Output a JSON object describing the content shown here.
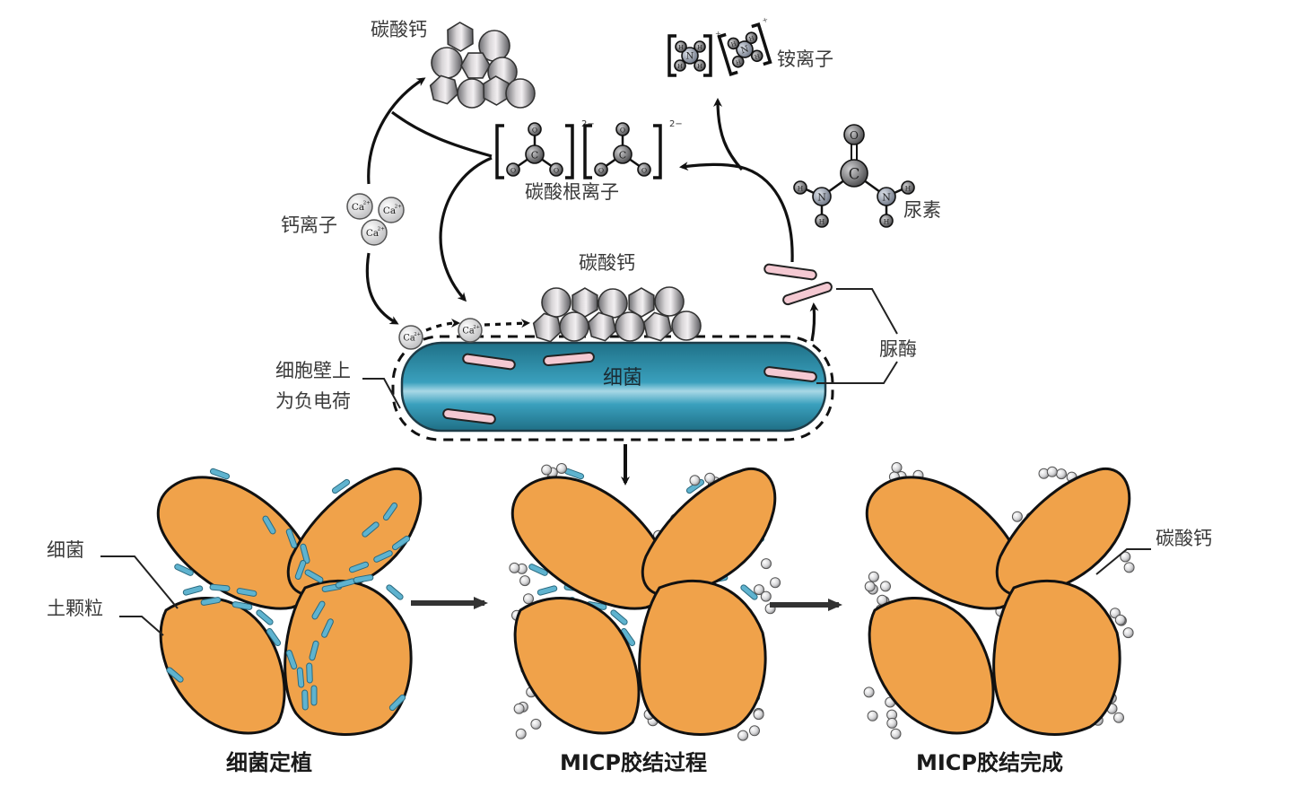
{
  "labels": {
    "caco3_top": "碳酸钙",
    "ammonium": "铵离子",
    "carbonate_ion": "碳酸根离子",
    "urea": "尿素",
    "calcium_ion": "钙离子",
    "caco3_mid": "碳酸钙",
    "urease": "脲酶",
    "cell_wall_line1": "细胞壁上",
    "cell_wall_line2": "为负电荷",
    "bacterium": "细菌",
    "bacteria_label": "细菌",
    "soil_label": "土颗粒",
    "caco3_right": "碳酸钙"
  },
  "stages": [
    {
      "title": "细菌定植"
    },
    {
      "title": "MICP胶结过程"
    },
    {
      "title": "MICP胶结完成"
    }
  ],
  "atoms": {
    "calcium": "Ca",
    "calcium_charge": "2+",
    "carbon": "C",
    "oxygen": "O",
    "nitrogen": "N",
    "hydrogen": "H",
    "carbonate_charge": "2−",
    "ammonium_charge": "+"
  },
  "colors": {
    "soil": "#F0A24A",
    "bacterium": "#2E8FA8",
    "bacterium_light": "#A9D6E4",
    "urease": "#F4C9D2",
    "soil_bacteria": "#5FB3CF",
    "crystal": "#C9C9CB"
  }
}
